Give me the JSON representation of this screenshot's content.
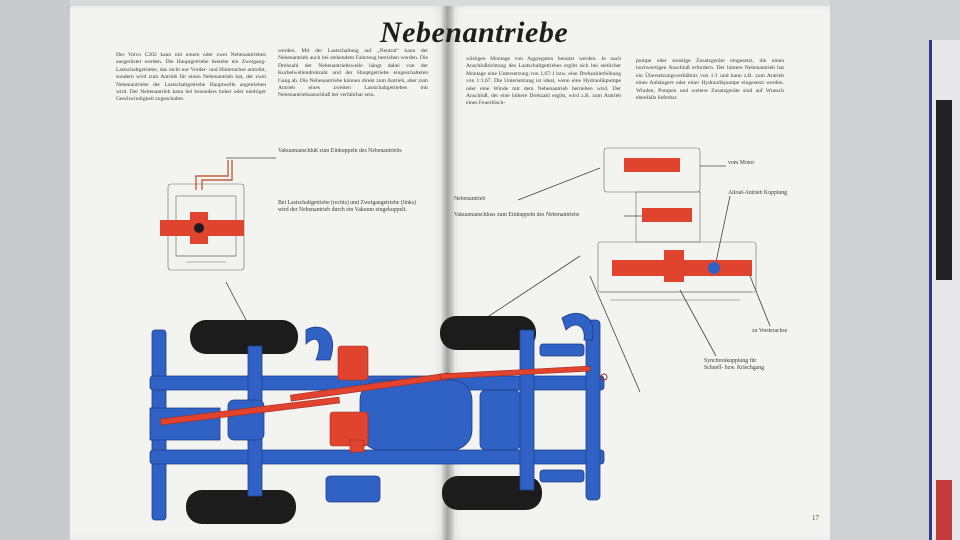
{
  "book": {
    "heading": "Nebenantriebe",
    "page_number": "17",
    "paragraphs": [
      "Der Volvo C202 kann mit einem oder zwei Nebenantrieben ausgerüstet werden. Die Hauptgetriebe bestehe ein Zweigang-Lastschaltgetriebe, das nicht nur Vorder- und Hinterachse antreibt, sondern wird zum Antrieb für einen Nebenantrieb hat, der zwei Nebenantriebe der Lastschaltgetriebe Hauptwelle angetrieben wird. Der Nebenantrieb kann bei besonders hoher oder niedriger Geschwindigkeit zugeschaltet.",
      "werden. Mit der Lastschaltung auf „Neutral“ kann der Nebenantrieb auch bei stehendem Fahrzeug betrieben werden. Die Drehzahl der Nebenantriebswelle hängt dabei von der Kurbelwellendrehzahl und der Hauptgetriebe eingeschalteten Gang ab. Die Nebenantriebe können direkt zum Antrieb, aber zum Antrieb eines zweiten Lastschaltgetriebes mit Nebenantriebsanschluß bei verfahrbar sein.",
      "wärtigen Montage von Aggregaten benutzt werden. Je nach Anschlußrichtung des Lastschaltgetriebes ergibt sich bei seitlicher Montage eine Untersetzung von 1,67:1 bzw. eine Drehzahlerhöhung von 1:1,67. Die Untersetzung ist ideal, wenn eine Hydraulikpumpe oder eine Winde mit dem Nebenantrieb betrieben wird. Der Anschluß, der eine höhere Drehzahl ergibt, wird z.B. zum Antrieb eines Feuerlösch-",
      "pumpe oder sonstige Zusatzgeräte eingesetzt, die einen hochwertigen Anschluß erfordern. Der hintere Nebenantrieb hat ein Übersetzungsverhältnis von 1:1 und kann z.B. zum Antrieb eines Anhängers oder einer Hydraulikpumpe eingesetzt werden. Winden, Pumpen und weitere Zusatzgeräte sind auf Wunsch ebenfalls lieferbar."
    ],
    "labels": {
      "vacuum_top": "Vakuumanschluß zum Einkuppeln des Nebenantriebs",
      "engagement_note": "Bei Lastschaltgetriebe (rechts) und Zweigangetriebe (links) wird der Nebenantrieb durch ein Vakuum eingekuppelt.",
      "nebenantrieb": "Nebenantrieb",
      "vacuum_right": "Vakuumanschluss zum Einkuppeln des Nebenantriebs",
      "vom_motor": "vom Motor",
      "allrad": "Allrad-Antrieb Kupplung",
      "vorderachse": "zu Vorderachse",
      "synchro": "Synchronkupplung für Schnell- bzw. Kriechgang"
    }
  },
  "colors": {
    "chassis_blue": "#2f62c4",
    "drive_red": "#e0442f",
    "tire_black": "#1c1c1c",
    "page": "#f3f3f0",
    "line_art": "#555555"
  }
}
